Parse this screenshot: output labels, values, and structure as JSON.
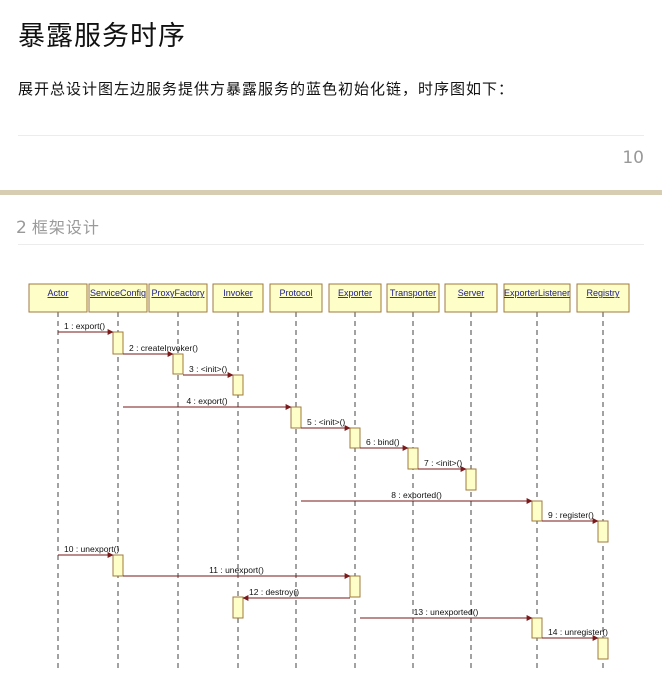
{
  "page": {
    "title": "暴露服务时序",
    "intro": "展开总设计图左边服务提供方暴露服务的蓝色初始化链，时序图如下：",
    "page_number": "10"
  },
  "section": {
    "number": "2",
    "title": "框架设计"
  },
  "diagram": {
    "colors": {
      "box_fill": "#fefec8",
      "box_stroke": "#a07a3c",
      "label": "#20208c",
      "arrow": "#7a1a1a"
    },
    "participants": [
      "Actor",
      "ServiceConfig",
      "ProxyFactory",
      "Invoker",
      "Protocol",
      "Exporter",
      "Transporter",
      "Server",
      "ExporterListener",
      "Registry"
    ],
    "messages": [
      {
        "from": 0,
        "to": 1,
        "label": "1 : export()"
      },
      {
        "from": 1,
        "to": 2,
        "label": "2 : createInvoker()"
      },
      {
        "from": 2,
        "to": 3,
        "label": "3 : <init>()"
      },
      {
        "from": 1,
        "to": 4,
        "label": "4 : export()"
      },
      {
        "from": 4,
        "to": 5,
        "label": "5 : <init>()"
      },
      {
        "from": 5,
        "to": 6,
        "label": "6 : bind()"
      },
      {
        "from": 6,
        "to": 7,
        "label": "7 : <init>()"
      },
      {
        "from": 4,
        "to": 8,
        "label": "8 : exported()"
      },
      {
        "from": 8,
        "to": 9,
        "label": "9 : register()"
      },
      {
        "from": 0,
        "to": 1,
        "label": "10 : unexport()"
      },
      {
        "from": 1,
        "to": 5,
        "label": "11 : unexport()"
      },
      {
        "from": 5,
        "to": 3,
        "label": "12 : destroy()"
      },
      {
        "from": 5,
        "to": 8,
        "label": "13 : unexported()"
      },
      {
        "from": 8,
        "to": 9,
        "label": "14 : unregister()"
      }
    ]
  }
}
